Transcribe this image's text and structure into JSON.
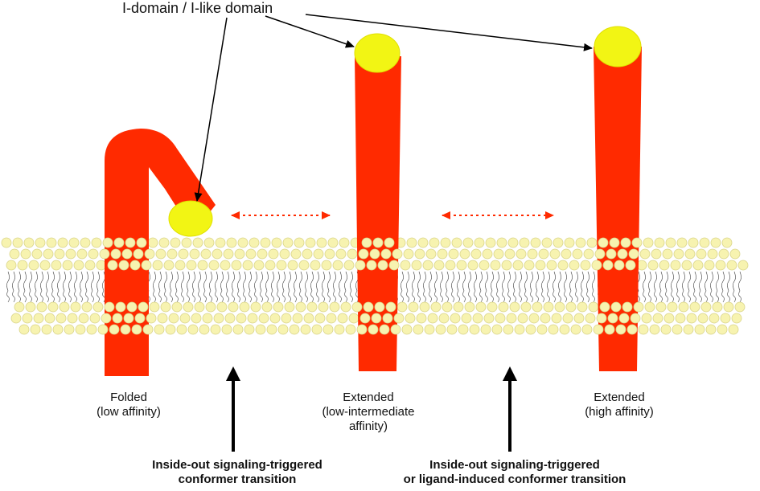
{
  "title_label": "I-domain / I-like domain",
  "states": [
    {
      "line1": "Folded",
      "line2": "(low affinity)"
    },
    {
      "line1": "Extended",
      "line2": "(low-intermediate",
      "line3": "affinity)"
    },
    {
      "line1": "Extended",
      "line2": "(high affinity)"
    }
  ],
  "transitions": [
    {
      "line1": "Inside-out signaling-triggered",
      "line2": "conformer transition"
    },
    {
      "line1": "Inside-out signaling-triggered",
      "line2": "or ligand-induced conformer transition"
    }
  ],
  "colors": {
    "integrin": "#ff2a00",
    "domain": "#f2f514",
    "lipid_head": "#f7f3b0",
    "lipid_stroke": "#d9d48a",
    "dotted_arrow": "#ff2a00",
    "arrow": "#000000"
  }
}
